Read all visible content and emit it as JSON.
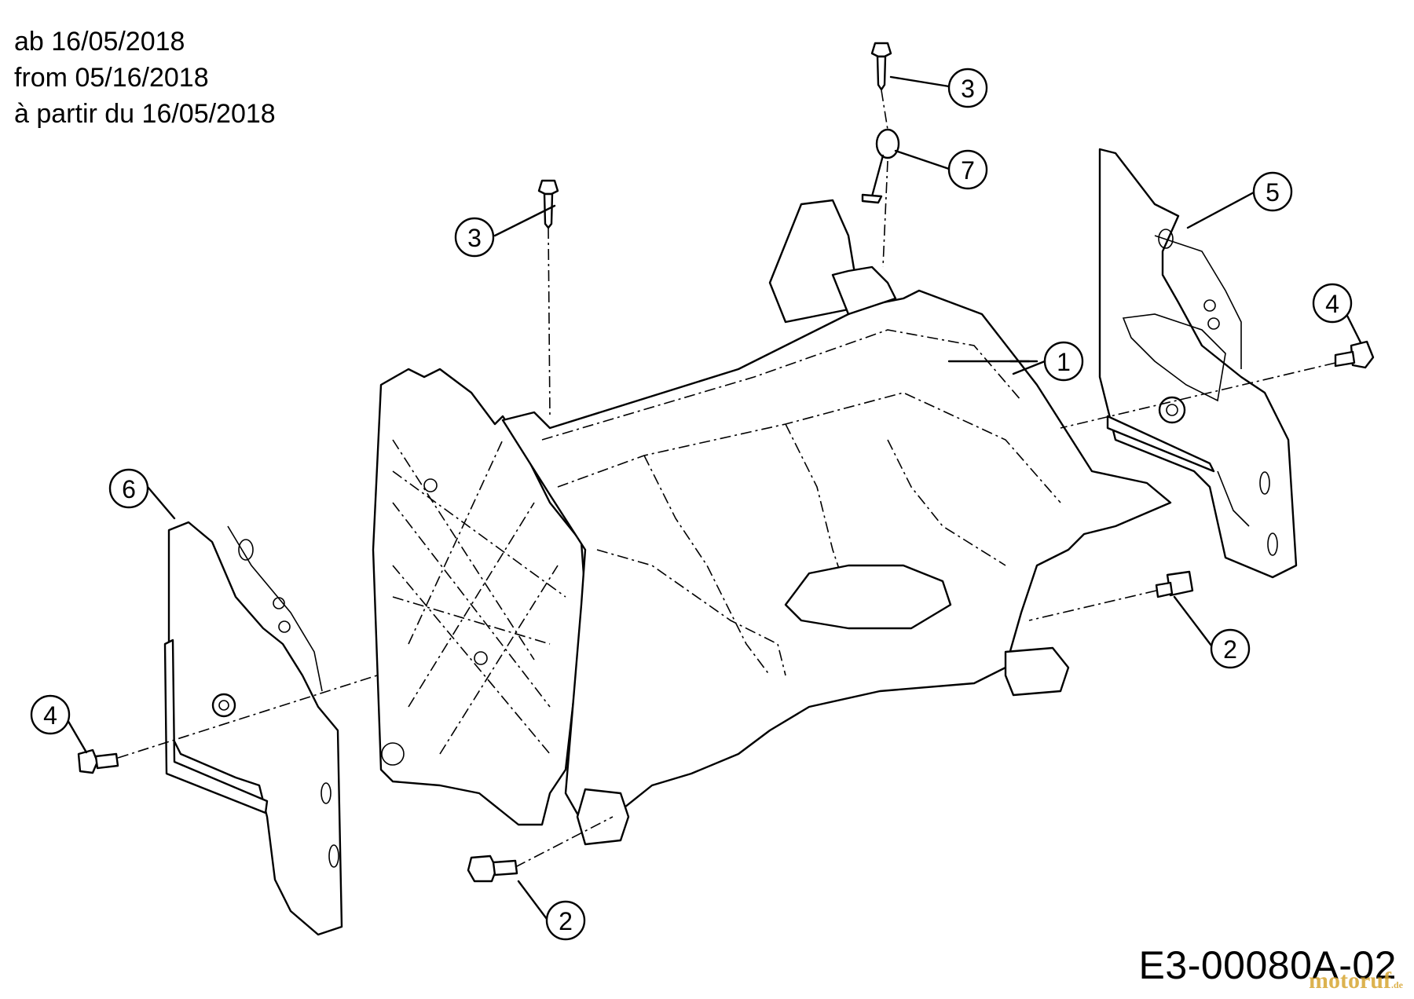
{
  "dates": {
    "de": "ab 16/05/2018",
    "en": "from 05/16/2018",
    "fr": "à partir du 16/05/2018"
  },
  "drawing_code": "E3-00080A-02",
  "watermark": {
    "brand": "motoruf",
    "suffix": ".de",
    "color": "#d7a531"
  },
  "callouts": [
    {
      "id": "c1",
      "label": "1"
    },
    {
      "id": "c2a",
      "label": "2"
    },
    {
      "id": "c2b",
      "label": "2"
    },
    {
      "id": "c3a",
      "label": "3"
    },
    {
      "id": "c3b",
      "label": "3"
    },
    {
      "id": "c4a",
      "label": "4"
    },
    {
      "id": "c4b",
      "label": "4"
    },
    {
      "id": "c5",
      "label": "5"
    },
    {
      "id": "c6",
      "label": "6"
    },
    {
      "id": "c7",
      "label": "7"
    }
  ]
}
